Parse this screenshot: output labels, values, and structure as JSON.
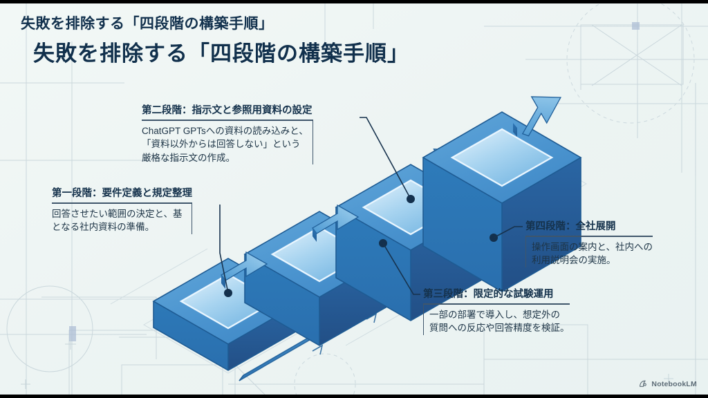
{
  "slide": {
    "background_color": "#eef5f3",
    "accent_color": "#2b78b8",
    "title_color": "#11304c"
  },
  "header": {
    "eyebrow_title": "失敗を排除する「四段階の構築手順」",
    "main_title": "失敗を排除する「四段階の構築手順」"
  },
  "diagram": {
    "type": "isometric-staircase-blocks",
    "block_count": 4,
    "blocks": [
      {
        "index": 1,
        "height_level": 1,
        "label_ref": "step1"
      },
      {
        "index": 2,
        "height_level": 2,
        "label_ref": "step2"
      },
      {
        "index": 3,
        "height_level": 3,
        "label_ref": "step3"
      },
      {
        "index": 4,
        "height_level": 4,
        "label_ref": "step4"
      }
    ],
    "arrow_direction": "up-right",
    "big_arrow_direction": "up-right"
  },
  "callouts": {
    "step1": {
      "heading": "第一段階：要件定義と規定整理",
      "body": "回答させたい範囲の決定と、基\nとなる社内資料の準備。"
    },
    "step2": {
      "heading": "第二段階：指示文と参照用資料の設定",
      "body": "ChatGPT GPTsへの資料の読み込みと、\n「資料以外からは回答しない」という\n厳格な指示文の作成。"
    },
    "step3": {
      "heading": "第三段階：限定的な試験運用",
      "body": "一部の部署で導入し、想定外の\n質問への反応や回答精度を検証。"
    },
    "step4": {
      "heading": "第四段階：全社展開",
      "body": "操作画面の案内と、社内への\n利用説明会の実施。"
    }
  },
  "watermark": {
    "icon": "notebooklm-logo-icon",
    "label": "NotebookLM"
  }
}
